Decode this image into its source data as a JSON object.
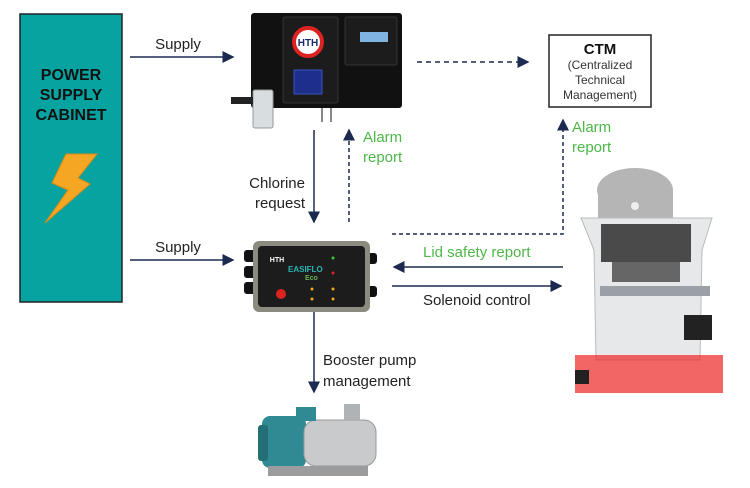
{
  "power_cabinet": {
    "lines": [
      "POWER",
      "SUPPLY",
      "CABINET"
    ],
    "icon": "lightning-bolt-icon",
    "fill": "#06a3a1",
    "bolt_color": "#f5a623"
  },
  "ctm": {
    "title": "CTM",
    "lines": [
      "(Centralized",
      "Technical",
      "Management)"
    ]
  },
  "labels": {
    "supply_top": "Supply",
    "supply_bottom": "Supply",
    "chlorine_request": [
      "Chlorine",
      "request"
    ],
    "alarm_report_left": [
      "Alarm",
      "report"
    ],
    "alarm_report_right": [
      "Alarm",
      "report"
    ],
    "lid_safety_report": "Lid safety report",
    "solenoid_control": "Solenoid control",
    "booster_pump": [
      "Booster pump",
      "management"
    ]
  },
  "devices": {
    "chlorinator_logo": "HTH",
    "controller_logo": "HTH",
    "controller_brand": "EASIFLO",
    "controller_sub": "Eco"
  },
  "colors": {
    "arrow": "#1d2a50",
    "alarm_text": "#4db848"
  }
}
